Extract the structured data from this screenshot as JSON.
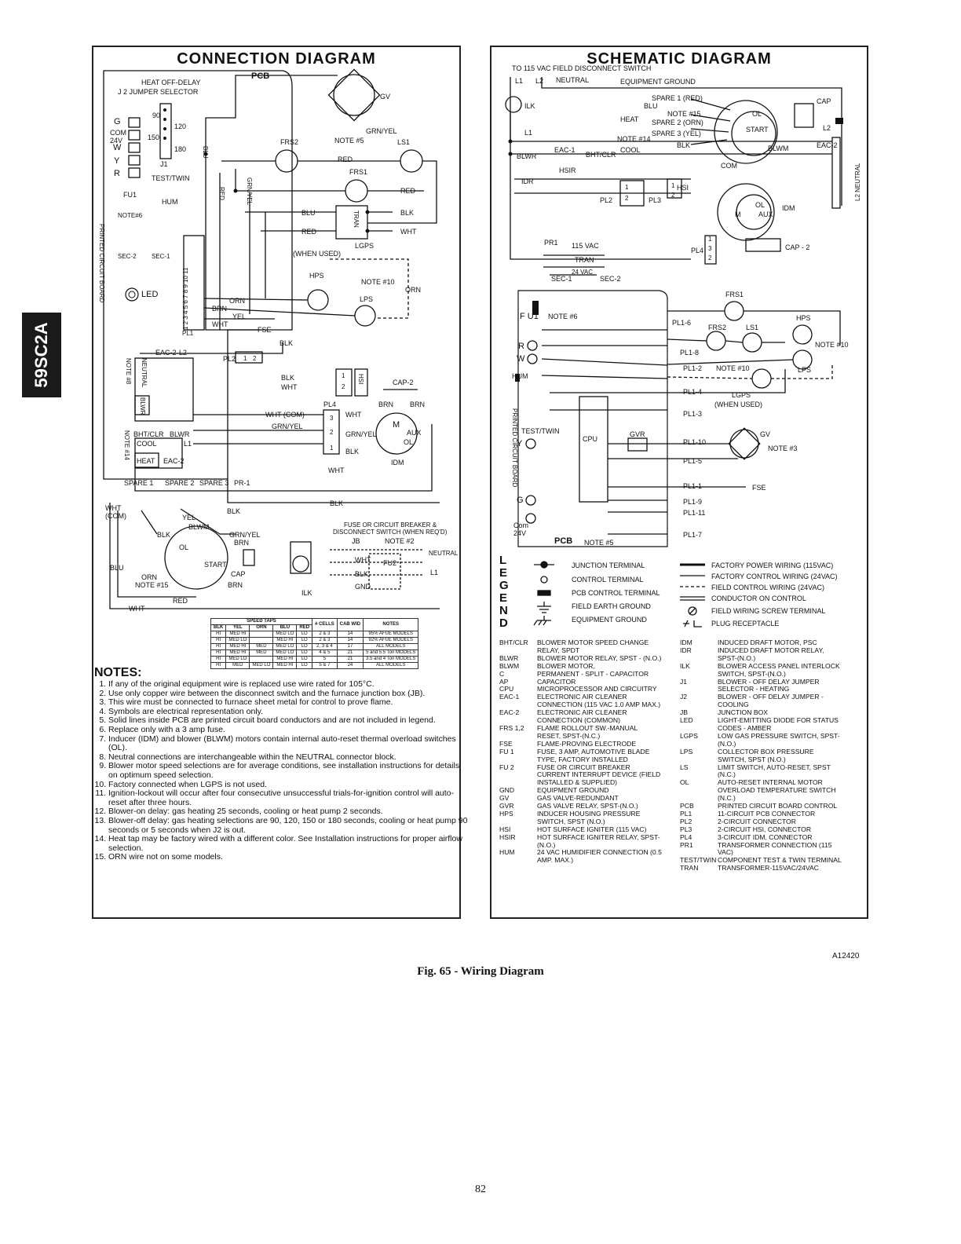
{
  "side_tab": "59SC2A",
  "connection": {
    "title": "CONNECTION DIAGRAM",
    "pcb": "PCB",
    "heat_off_delay": "HEAT OFF-DELAY",
    "j2_jumper": "J 2   JUMPER SELECTOR",
    "delay_90": "90",
    "delay_120": "120",
    "delay_150": "150",
    "delay_180": "180",
    "j1": "J1",
    "g": "G",
    "com24v": "COM\n24V",
    "w": "W",
    "y": "Y",
    "r": "R",
    "test_twin": "TEST/TWIN",
    "fu1": "FU1",
    "hum": "HUM",
    "note6": "NOTE#6",
    "sec2": "SEC-2",
    "sec1": "SEC-1",
    "led": "LED",
    "pcb_vert": "PRINTED CIRCUIT BOARD",
    "pl1": "PL1",
    "pl_pins": "1 2 3 4 5 6 7 8 9 10 11",
    "gv": "GV",
    "grnyel": "GRN/YEL",
    "frs2": "FRS2",
    "note5": "NOTE #5",
    "ls1": "LS1",
    "red": "RED",
    "frs1": "FRS1",
    "blu": "BLU",
    "blk": "BLK",
    "wht": "WHT",
    "tran": "TRAN",
    "lgps": "LGPS",
    "when_used": "(WHEN USED)",
    "hps": "HPS",
    "note10": "NOTE #10",
    "orn": "ORN",
    "lps": "LPS",
    "brn": "BRN",
    "yel": "YEL",
    "fse": "FSE",
    "pl2": "PL2",
    "eac2": "EAC-2",
    "l2": "L2",
    "note8": "NOTE #8",
    "neutral": "NEUTRAL",
    "blwr": "BLWR",
    "hsi": "HSI",
    "cap2": "CAP-2",
    "pl4": "PL4",
    "wht_com": "WHT (COM)",
    "m": "M",
    "aux": "AUX",
    "ol": "OL",
    "idm": "IDM",
    "note14": "NOTE #14",
    "bhtclr": "BHT/CLR",
    "cool": "COOL",
    "l1": "L1",
    "heat": "HEAT",
    "eac2b": "EAC-2",
    "spare1": "SPARE 1",
    "spare2": "SPARE 2",
    "spare3": "SPARE 3",
    "pr1": "PR-1",
    "whtcom": "WHT\n(COM)",
    "blwm": "BLWM",
    "start": "START",
    "cap": "CAP",
    "note15": "NOTE #15",
    "fuse_or_cb": "FUSE OR CIRCUIT BREAKER &",
    "disconnect": "DISCONNECT SWITCH (WHEN REQ'D)",
    "jb": "JB",
    "note2": "NOTE #2",
    "fu2": "FU2",
    "gnd": "GND",
    "ilk": "ILK",
    "pin_1": "1",
    "pin_2": "2",
    "pin_3": "3"
  },
  "speed_taps": {
    "title": "SPEED TAPS",
    "headers": [
      "BLK",
      "YEL",
      "ORN",
      "BLU",
      "RED",
      "# CELLS",
      "CAB WID",
      "NOTES"
    ],
    "rows": [
      [
        "HI",
        "MED HI",
        "",
        "MED LO",
        "LO",
        "2 & 3",
        "14",
        "95% AFUE MODELS"
      ],
      [
        "HI",
        "MED LO",
        "",
        "MED HI",
        "LO",
        "2 & 3",
        "14",
        "92% AFUE MODELS"
      ],
      [
        "HI",
        "MED HI",
        "MED",
        "MED LO",
        "LO",
        "2, 3 & 4",
        "17",
        "ALL MODELS"
      ],
      [
        "HI",
        "MED HI",
        "MED",
        "MED LO",
        "LO",
        "4 & 5",
        "21",
        "5 and 5.5 Ton MODELS"
      ],
      [
        "HI",
        "MED LO",
        "",
        "MED HI",
        "LO",
        "5",
        "21",
        "3.5 and 4 Ton MODELS"
      ],
      [
        "HI",
        "MED",
        "MED LO",
        "MED HI",
        "LO",
        "5 & 7",
        "24",
        "ALL MODELS"
      ]
    ]
  },
  "notes": {
    "title": "NOTES:",
    "items": [
      "If any of the original equipment wire is replaced use wire rated for 105°C.",
      "Use only copper wire between the disconnect switch and the furnace junction box (JB).",
      "This wire must be connected to furnace sheet metal for control to prove flame.",
      "Symbols are electrical representation only.",
      "Solid lines inside PCB are printed circuit board conductors and are not included in legend.",
      "Replace only with a 3 amp fuse.",
      "Inducer (IDM) and blower (BLWM) motors contain internal auto-reset thermal overload switches (OL).",
      "Neutral connections are interchangeable within the NEUTRAL connector block.",
      "Blower motor speed selections are for average conditions, see installation instructions for details on optimum speed selection.",
      "Factory connected when LGPS is not used.",
      "Ignition-lockout will occur after four consecutive unsuccessful trials-for-ignition control will auto-reset after three hours.",
      "Blower-on delay: gas heating 25 seconds, cooling or heat pump 2 seconds.",
      "Blower-off delay: gas heating selections are 90, 120, 150 or 180 seconds, cooling or heat pump 90 seconds or 5 seconds when J2 is out.",
      "Heat tap may be factory wired with a different color. See Installation instructions for proper airflow selection.",
      "ORN wire not on some models."
    ]
  },
  "schematic": {
    "title": "SCHEMATIC DIAGRAM",
    "to115": "TO 115 VAC FIELD DISCONNECT SWITCH",
    "l1": "L1",
    "l2": "L2",
    "neutral": "NEUTRAL",
    "equip_ground": "EQUIPMENT GROUND",
    "ilk": "ILK",
    "spare1": "SPARE 1 (RED)",
    "blu": "BLU",
    "heat": "HEAT",
    "note15": "NOTE #15",
    "spare2": "SPARE 2 (ORN)",
    "spare3": "SPARE 3 (YEL)",
    "note14": "NOTE #14",
    "blk": "BLK",
    "cool": "COOL",
    "blwr": "BLWR",
    "eac1": "EAC-1",
    "bhtclr": "BHT/CLR",
    "cap": "CAP",
    "ol": "OL",
    "start": "START",
    "blwm": "BLWM",
    "com": "COM",
    "eac2": "EAC-2",
    "l2_neutral": "L2 NEUTRAL",
    "hsir": "HSIR",
    "idr": "IDR",
    "pl2": "PL2",
    "pl3": "PL3",
    "hsi": "HSI",
    "idm": "IDM",
    "m": "M",
    "aux": "AUX",
    "pl4": "PL4",
    "cap2": "CAP - 2",
    "pr1": "PR1",
    "v115": "115 VAC",
    "tran": "TRAN",
    "v24": "24 VAC",
    "sec1": "SEC-1",
    "sec2": "SEC-2",
    "fu1": "F U1",
    "note6": "NOTE #6",
    "frs1": "FRS1",
    "frs2": "FRS2",
    "ls1": "LS1",
    "hps": "HPS",
    "note10": "NOTE #10",
    "note10b": "NOTE #10",
    "lps": "LPS",
    "lgps": "LGPS",
    "when_used": "(WHEN USED)",
    "pl16": "PL1-6",
    "pl18": "PL1-8",
    "pl12": "PL1-2",
    "pl14": "PL1-4",
    "pl13": "PL1-3",
    "pl110": "PL1-10",
    "pl15": "PL1-5",
    "pl11": "PL1-1",
    "pl19": "PL1-9",
    "pl111": "PL1-11",
    "pl17": "PL1-7",
    "r": "R",
    "w": "W",
    "hum": "HUM",
    "test_twin": "TEST/TWIN",
    "y": "Y",
    "cpu": "CPU",
    "gvr": "GVR",
    "gv": "GV",
    "note3": "NOTE #3",
    "fse": "FSE",
    "g": "G",
    "com24v": "Com\n24V",
    "pcb": "PCB",
    "note5": "NOTE #5",
    "pcb_vert": "PRINTED CIRCUIT BOARD",
    "pin_1": "1",
    "pin_2": "2",
    "pin_3": "3"
  },
  "legend": {
    "letters": [
      "L",
      "E",
      "G",
      "E",
      "N",
      "D"
    ],
    "left": [
      "JUNCTION TERMINAL",
      "CONTROL TERMINAL",
      "PCB CONTROL TERMINAL",
      "FIELD EARTH GROUND",
      "EQUIPMENT GROUND"
    ],
    "right": [
      "FACTORY POWER WIRING (115VAC)",
      "FACTORY CONTROL WIRING (24VAC)",
      "FIELD CONTROL WIRING (24VAC)",
      "CONDUCTOR ON CONTROL",
      "FIELD WIRING SCREW TERMINAL",
      "PLUG RECEPTACLE"
    ]
  },
  "abbreviations": {
    "left": [
      {
        "k": "BHT/CLR",
        "v": "BLOWER MOTOR SPEED CHANGE RELAY, SPDT"
      },
      {
        "k": "BLWR",
        "v": "BLOWER MOTOR RELAY, SPST - (N.O.)"
      },
      {
        "k": "BLWM",
        "v": "BLOWER MOTOR,"
      },
      {
        "k": "C",
        "v": "PERMANENT - SPLIT - CAPACITOR"
      },
      {
        "k": "AP",
        "v": "CAPACITOR"
      },
      {
        "k": "CPU",
        "v": "MICROPROCESSOR AND CIRCUITRY"
      },
      {
        "k": "EAC-1",
        "v": "ELECTRONIC AIR CLEANER CONNECTION (115 VAC 1.0 AMP MAX.)"
      },
      {
        "k": "EAC-2",
        "v": "ELECTRONIC AIR CLEANER CONNECTION (COMMON)"
      },
      {
        "k": "FRS 1,2",
        "v": "FLAME ROLLOUT SW.-MANUAL RESET, SPST-(N.C.)"
      },
      {
        "k": "FSE",
        "v": "FLAME-PROVING ELECTRODE"
      },
      {
        "k": "FU 1",
        "v": "FUSE, 3 AMP, AUTOMOTIVE BLADE TYPE, FACTORY INSTALLED"
      },
      {
        "k": "FU 2",
        "v": "FUSE OR CIRCUIT BREAKER CURRENT INTERRUPT DEVICE (FIELD INSTALLED & SUPPLIED)"
      },
      {
        "k": "GND",
        "v": "EQUIPMENT GROUND"
      },
      {
        "k": "GV",
        "v": "GAS VALVE-REDUNDANT"
      },
      {
        "k": "GVR",
        "v": "GAS VALVE RELAY, SPST-(N.O.)"
      },
      {
        "k": "HPS",
        "v": "INDUCER HOUSING PRESSURE SWITCH, SPST (N.O.)"
      },
      {
        "k": "HSI",
        "v": "HOT SURFACE IGNITER (115 VAC)"
      },
      {
        "k": "HSIR",
        "v": "HOT SURFACE IGNITER RELAY, SPST-(N.O.)"
      },
      {
        "k": "HUM",
        "v": "24 VAC HUMIDIFIER CONNECTION (0.5 AMP. MAX.)"
      }
    ],
    "right": [
      {
        "k": "IDM",
        "v": "INDUCED DRAFT MOTOR, PSC"
      },
      {
        "k": "IDR",
        "v": "INDUCED DRAFT MOTOR RELAY, SPST-(N.O.)"
      },
      {
        "k": "ILK",
        "v": "BLOWER ACCESS PANEL INTERLOCK SWITCH, SPST-(N.O.)"
      },
      {
        "k": "J1",
        "v": "BLOWER - OFF DELAY JUMPER SELECTOR - HEATING"
      },
      {
        "k": "J2",
        "v": "BLOWER - OFF DELAY JUMPER - COOLING"
      },
      {
        "k": "JB",
        "v": "JUNCTION BOX"
      },
      {
        "k": "LED",
        "v": "LIGHT-EMITTING DIODE FOR STATUS CODES - AMBER"
      },
      {
        "k": "LGPS",
        "v": "LOW GAS PRESSURE SWITCH, SPST-(N.O.)"
      },
      {
        "k": "LPS",
        "v": "COLLECTOR BOX PRESSURE SWITCH, SPST (N.O.)"
      },
      {
        "k": "LS",
        "v": "LIMIT SWITCH, AUTO-RESET, SPST (N.C.)"
      },
      {
        "k": "OL",
        "v": "AUTO-RESET INTERNAL MOTOR OVERLOAD TEMPERATURE SWITCH (N.C.)"
      },
      {
        "k": "PCB",
        "v": "PRINTED CIRCUIT BOARD CONTROL"
      },
      {
        "k": "PL1",
        "v": "11-CIRCUIT PCB CONNECTOR"
      },
      {
        "k": "PL2",
        "v": "2-CIRCUIT CONNECTOR"
      },
      {
        "k": "PL3",
        "v": "2-CIRCUIT HSI, CONNECTOR"
      },
      {
        "k": "PL4",
        "v": "3-CIRCUIT IDM, CONNECTOR"
      },
      {
        "k": "PR1",
        "v": "TRANSFORMER CONNECTION (115 VAC)"
      },
      {
        "k": "TEST/TWIN",
        "v": "COMPONENT TEST & TWIN TERMINAL"
      },
      {
        "k": "TRAN",
        "v": "TRANSFORMER-115VAC/24VAC"
      }
    ]
  },
  "figure_ref": "A12420",
  "caption": "Fig. 65 - Wiring Diagram",
  "page_number": "82"
}
